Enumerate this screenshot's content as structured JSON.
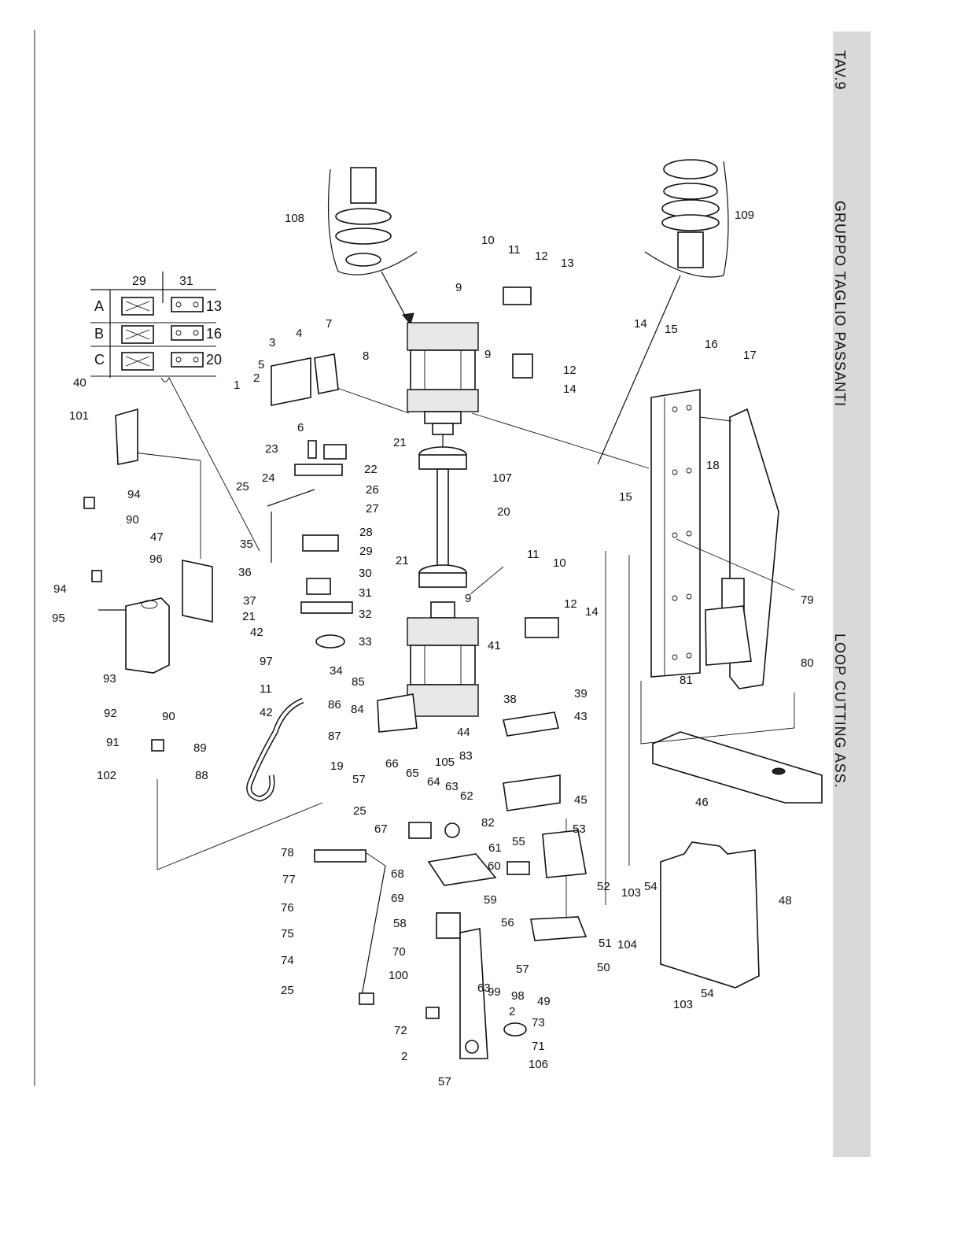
{
  "sheet": {
    "tav_label": "TAV.9",
    "group_title": "GRUPPO TAGLIO PASSANTI",
    "assembly_title": "LOOP CUTTING ASS."
  },
  "variant_table": {
    "col_headers": [
      "29",
      "31"
    ],
    "rows": [
      {
        "row": "A",
        "part_ref": "13"
      },
      {
        "row": "B",
        "part_ref": "16"
      },
      {
        "row": "C",
        "part_ref": "20"
      }
    ]
  },
  "callouts": [
    "1",
    "2",
    "3",
    "4",
    "5",
    "6",
    "7",
    "8",
    "9",
    "9",
    "9",
    "10",
    "10",
    "11",
    "11",
    "11",
    "12",
    "12",
    "12",
    "13",
    "14",
    "14",
    "14",
    "15",
    "15",
    "16",
    "17",
    "18",
    "19",
    "20",
    "21",
    "21",
    "21",
    "22",
    "23",
    "24",
    "25",
    "25",
    "25",
    "26",
    "27",
    "28",
    "29",
    "30",
    "31",
    "32",
    "33",
    "34",
    "35",
    "36",
    "37",
    "38",
    "39",
    "40",
    "41",
    "42",
    "42",
    "43",
    "44",
    "45",
    "46",
    "47",
    "48",
    "49",
    "50",
    "51",
    "52",
    "53",
    "54",
    "54",
    "55",
    "56",
    "57",
    "57",
    "57",
    "58",
    "59",
    "60",
    "61",
    "62",
    "63",
    "63",
    "64",
    "65",
    "66",
    "67",
    "68",
    "69",
    "70",
    "71",
    "72",
    "73",
    "74",
    "75",
    "76",
    "77",
    "78",
    "79",
    "80",
    "81",
    "82",
    "83",
    "84",
    "85",
    "86",
    "87",
    "88",
    "89",
    "90",
    "90",
    "91",
    "92",
    "93",
    "94",
    "94",
    "95",
    "96",
    "97",
    "98",
    "99",
    "100",
    "101",
    "102",
    "103",
    "103",
    "104",
    "105",
    "106",
    "107",
    "108",
    "109",
    "2",
    "2"
  ]
}
